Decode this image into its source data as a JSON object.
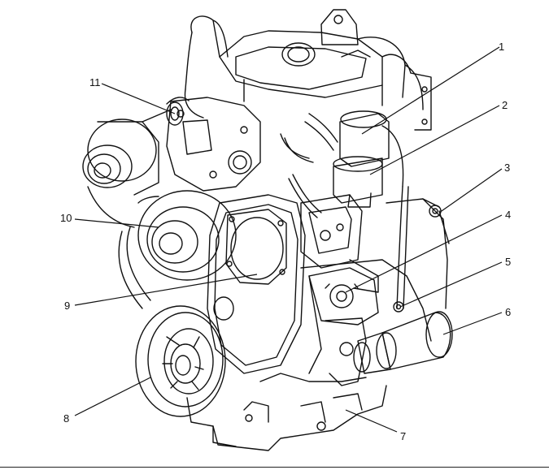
{
  "figure": {
    "subject": "engine",
    "callouts": [
      {
        "label": "1"
      },
      {
        "label": "2"
      },
      {
        "label": "3"
      },
      {
        "label": "4"
      },
      {
        "label": "5"
      },
      {
        "label": "6"
      },
      {
        "label": "7"
      },
      {
        "label": "8"
      },
      {
        "label": "9"
      },
      {
        "label": "10"
      },
      {
        "label": "11"
      }
    ]
  },
  "colors": {
    "line": "#111111",
    "background": "#ffffff"
  }
}
